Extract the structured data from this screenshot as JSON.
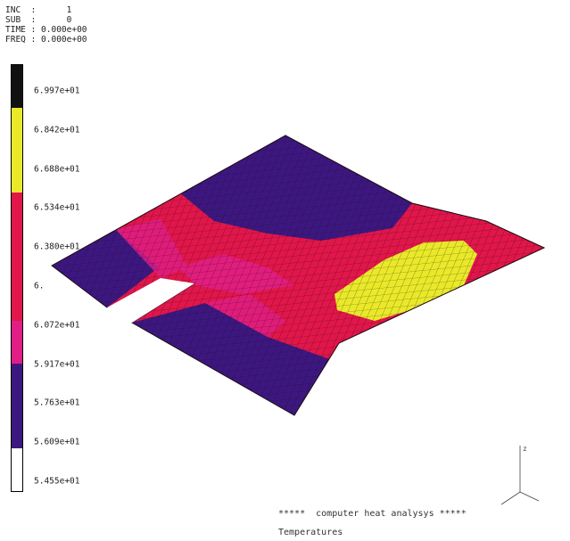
{
  "header": {
    "inc": "INC  :      1",
    "sub": "SUB  :      0",
    "time": "TIME : 0.000e+00",
    "freq": "FREQ : 0.000e+00"
  },
  "legend": {
    "colors": [
      "#111111",
      "#e9e92a",
      "#e9e92a",
      "#e1164a",
      "#e1164a",
      "#e1164a",
      "#e01e86",
      "#3d1780",
      "#3d1780",
      "#ffffff"
    ],
    "labels": [
      "6.997e+01",
      "6.842e+01",
      "6.688e+01",
      "6.534e+01",
      "6.380e+01",
      "6.",
      "6.072e+01",
      "5.917e+01",
      "5.763e+01",
      "5.609e+01",
      "5.455e+01"
    ]
  },
  "colors": {
    "purple": "#3d1780",
    "red": "#e1164a",
    "magenta": "#e01e86",
    "yellow": "#e9e92a",
    "mesh": "#1a0a10"
  },
  "axes_triad": {
    "label": "z"
  },
  "caption": {
    "title": "*****  computer heat analysys *****",
    "subtitle": "Temperatures"
  }
}
